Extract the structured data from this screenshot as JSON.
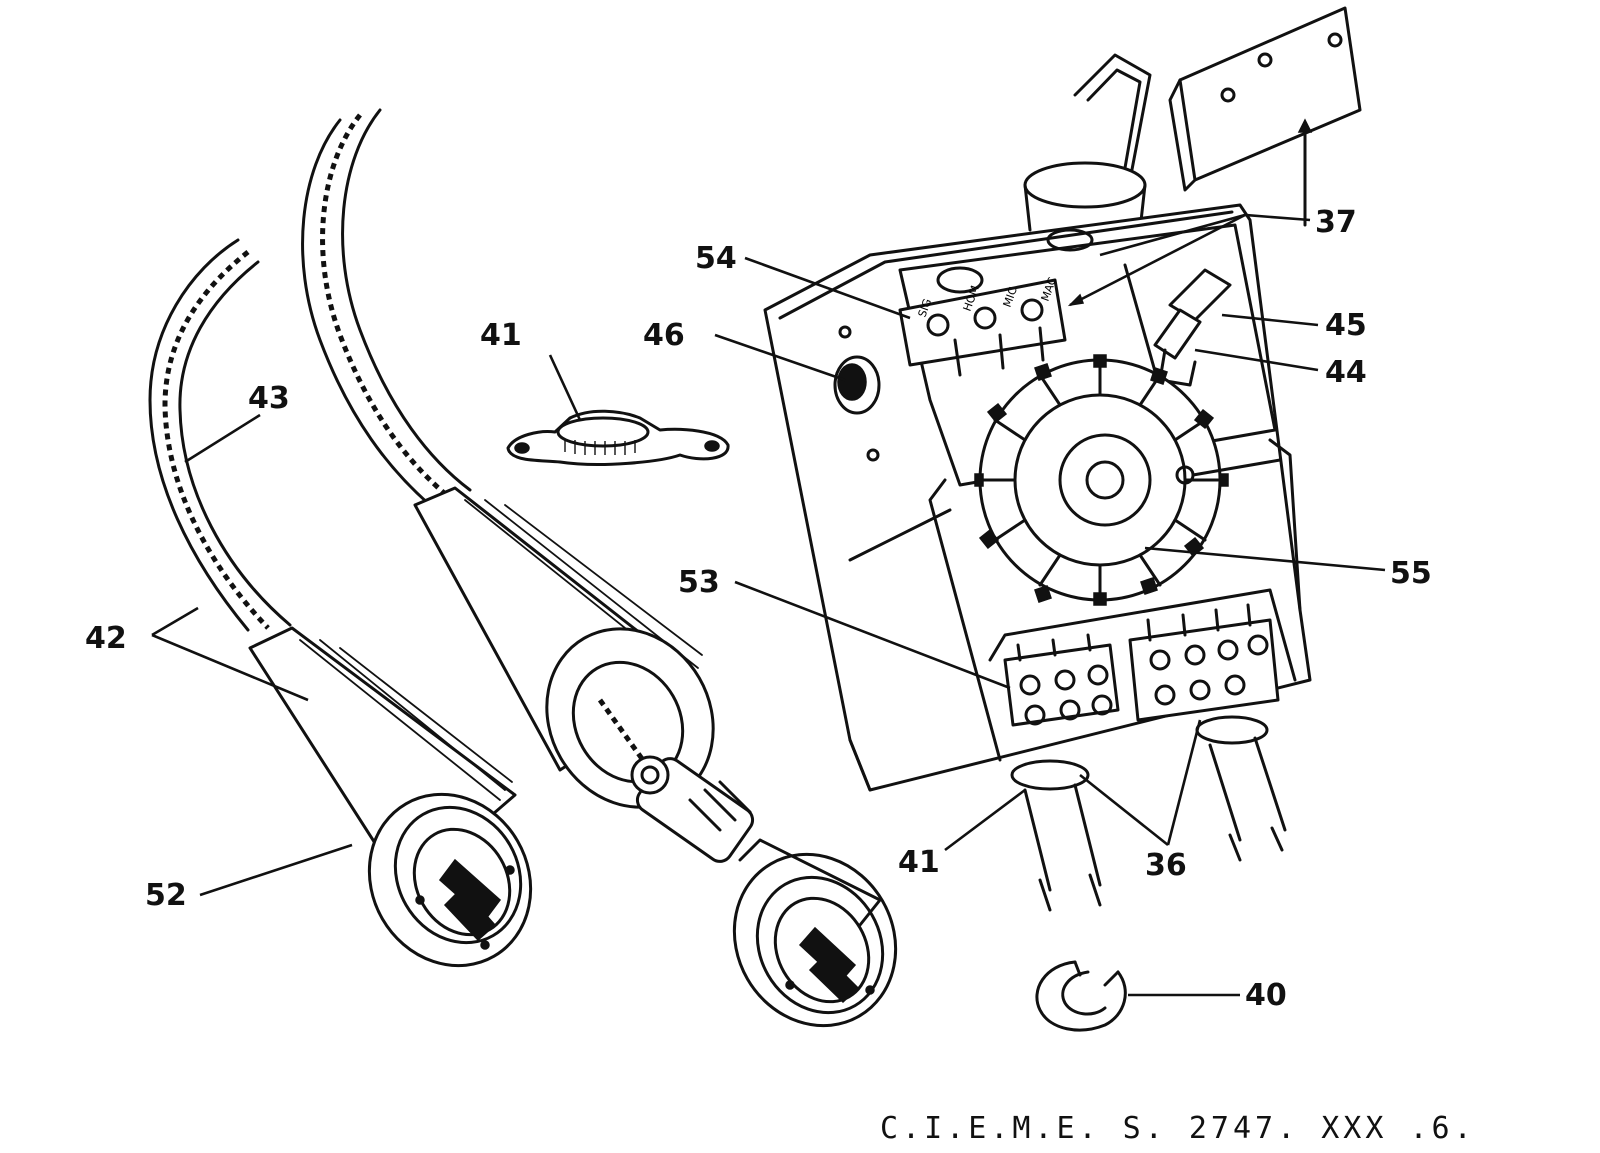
{
  "callouts": [
    {
      "id": "37",
      "text": "37"
    },
    {
      "id": "54",
      "text": "54"
    },
    {
      "id": "45",
      "text": "45"
    },
    {
      "id": "44",
      "text": "44"
    },
    {
      "id": "46",
      "text": "46"
    },
    {
      "id": "41a",
      "text": "41"
    },
    {
      "id": "43",
      "text": "43"
    },
    {
      "id": "42",
      "text": "42"
    },
    {
      "id": "55",
      "text": "55"
    },
    {
      "id": "53",
      "text": "53"
    },
    {
      "id": "52",
      "text": "52"
    },
    {
      "id": "41b",
      "text": "41"
    },
    {
      "id": "36",
      "text": "36"
    },
    {
      "id": "40",
      "text": "40"
    }
  ],
  "switch_labels": {
    "sig": "SIG",
    "hom": "HOM",
    "mic": "MIC",
    "mac": "MAC"
  },
  "reference": "C.I.E.M.E. S. 2747. XXX .6."
}
